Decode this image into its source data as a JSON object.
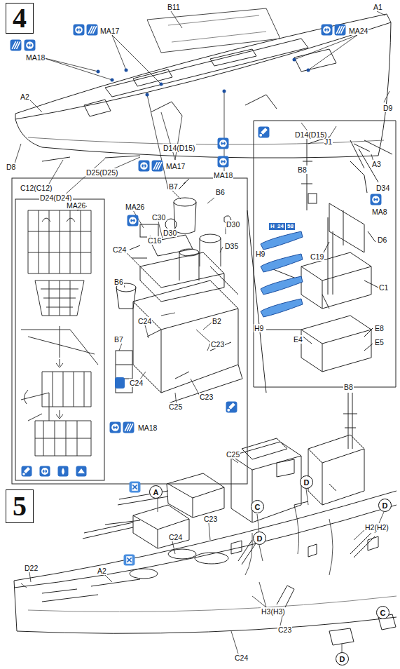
{
  "diagram": {
    "nodes": [
      {
        "text": [
          "4"
        ]
      },
      {
        "text": [
          "5"
        ]
      },
      {
        "text": [
          "A"
        ]
      },
      {
        "text": [
          "D"
        ]
      },
      {
        "text": [
          "C"
        ]
      },
      {
        "text": [
          "D"
        ]
      },
      {
        "text": [
          "D"
        ]
      },
      {
        "text": [
          "C"
        ]
      },
      {
        "text": [
          "D"
        ]
      }
    ],
    "labels": [
      "MA17",
      "MA24",
      "A1",
      "B11",
      "MA18",
      "A2",
      "D9",
      "J1",
      "D14(D15)",
      "A3",
      "D8",
      "D25(D25)",
      "D14(D15)",
      "C12(C12)",
      "MA17",
      "MA18",
      "D24(D24)",
      "B7",
      "B6",
      "MA26",
      "MA26",
      "C30",
      "D30",
      "D30",
      "C16",
      "C24",
      "D35",
      "B6",
      "C24",
      "B2",
      "B7",
      "C23",
      "C24",
      "C23",
      "C25",
      "MA18",
      "B8",
      "D34",
      "MA8",
      "H",
      "24",
      "58",
      "H9",
      "C19",
      "D6",
      "C1",
      "H9",
      "E4",
      "E8",
      "E5",
      "B8",
      "C25",
      "C23",
      "C24",
      "H2(H2)",
      "D22",
      "A2",
      "H3(H3)",
      "C23",
      "C24"
    ]
  }
}
